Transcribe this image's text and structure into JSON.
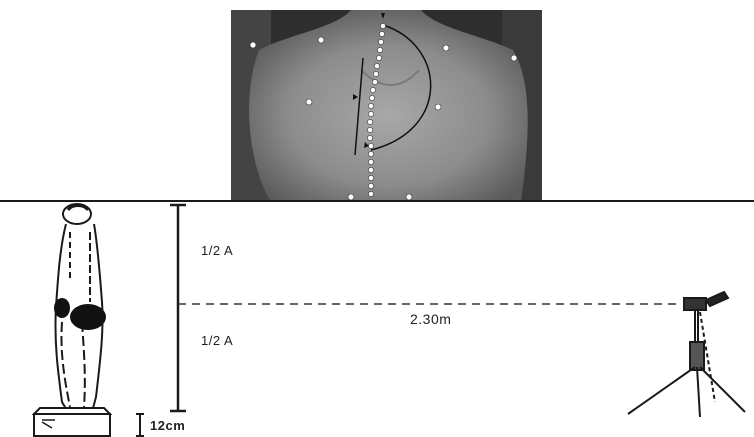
{
  "photo": {
    "alt": "",
    "colors": {
      "bg": "#2b2b2b",
      "skin": "#8a8a8a",
      "marker": "#ffffff"
    }
  },
  "diagram": {
    "upper_half_label": "1/2 A",
    "lower_half_label": "1/2 A",
    "distance_label": "2.30m",
    "platform_height_label": "12cm"
  }
}
